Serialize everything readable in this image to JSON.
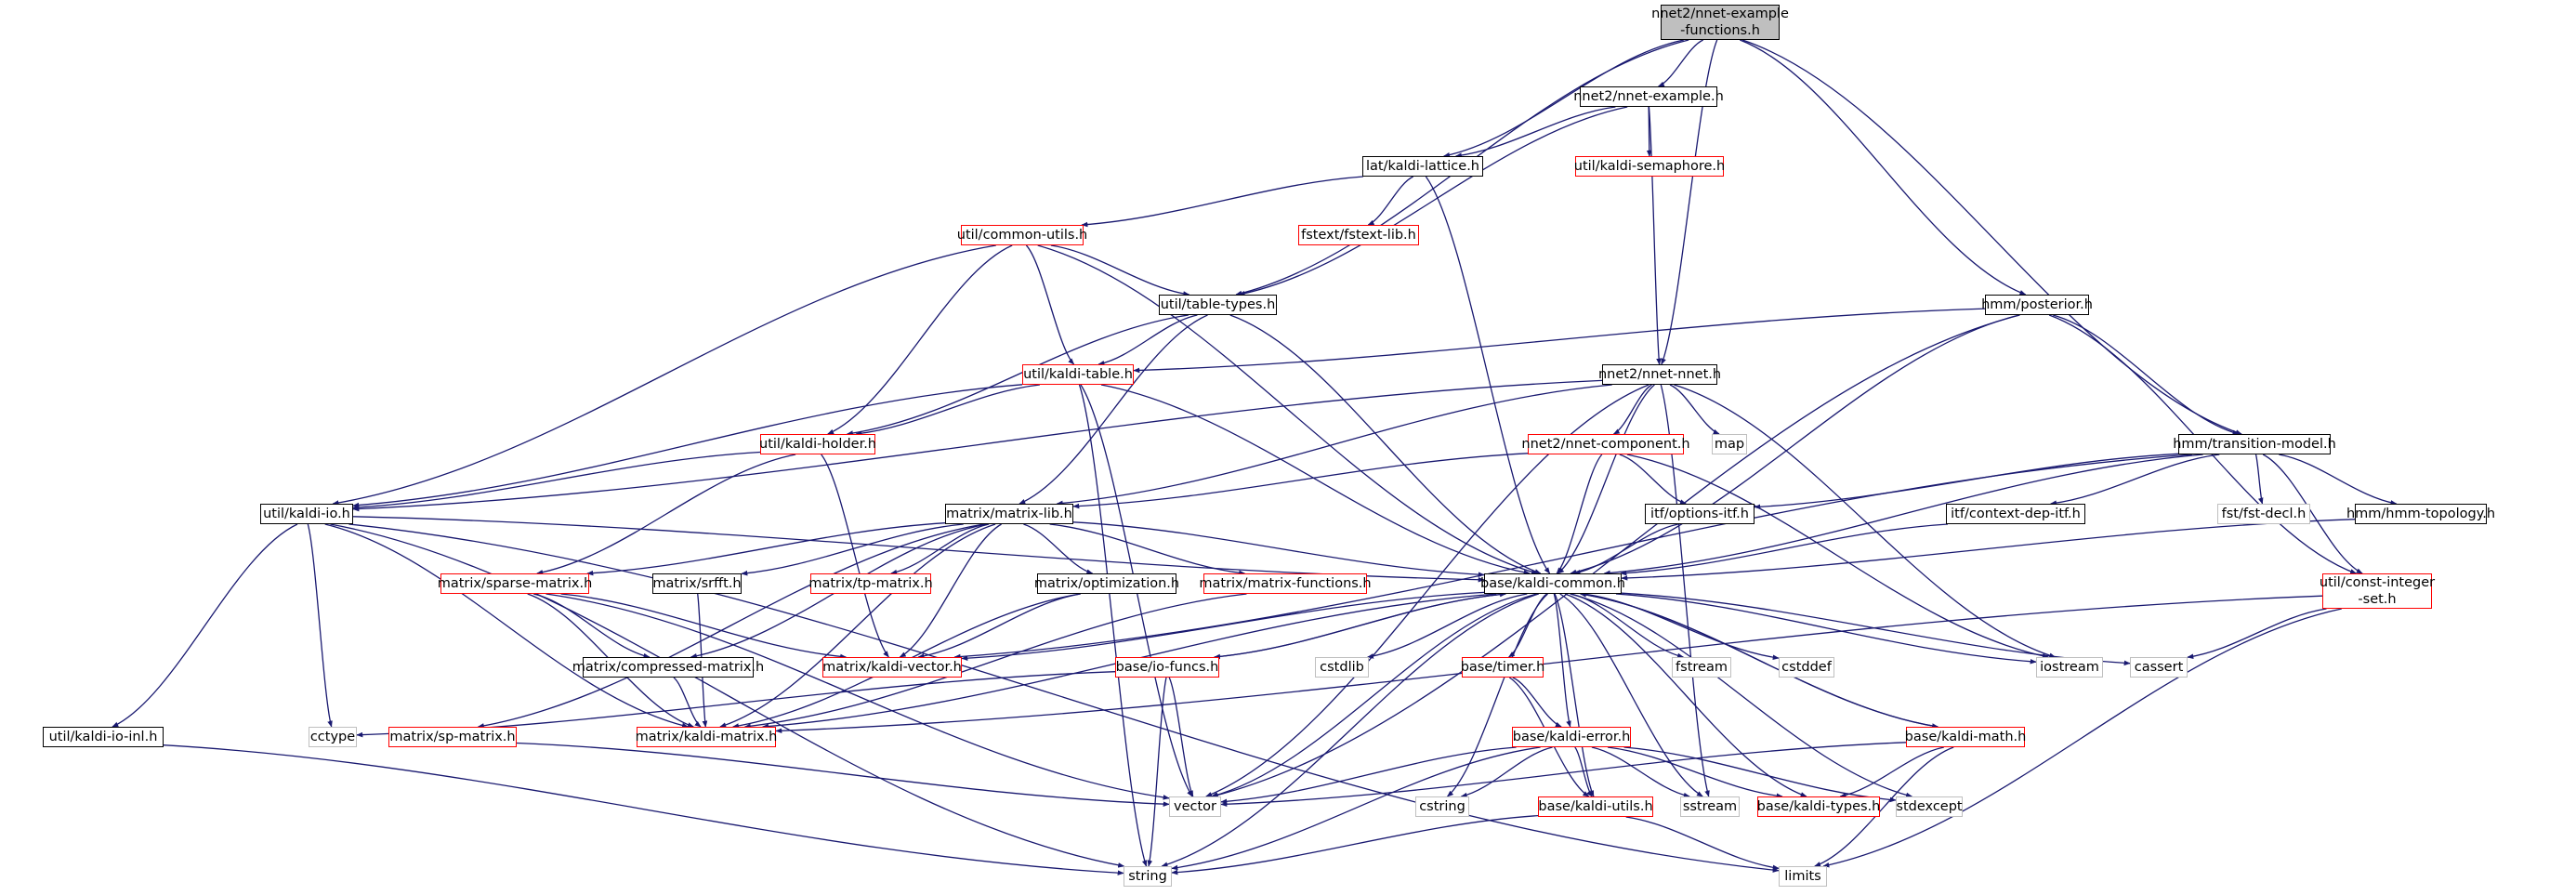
{
  "graph": {
    "edge_color": "#191970",
    "nodes": [
      {
        "id": "root",
        "label": "nnet2/nnet-example\n-functions.h",
        "style": "root"
      },
      {
        "id": "nnetex",
        "label": "nnet2/nnet-example.h",
        "style": "black"
      },
      {
        "id": "lattice",
        "label": "lat/kaldi-lattice.h",
        "style": "black"
      },
      {
        "id": "semaphore",
        "label": "util/kaldi-semaphore.h",
        "style": "red"
      },
      {
        "id": "commonutils",
        "label": "util/common-utils.h",
        "style": "red"
      },
      {
        "id": "fstextlib",
        "label": "fstext/fstext-lib.h",
        "style": "red"
      },
      {
        "id": "tabletypes",
        "label": "util/table-types.h",
        "style": "black"
      },
      {
        "id": "posterior",
        "label": "hmm/posterior.h",
        "style": "black"
      },
      {
        "id": "kalditable",
        "label": "util/kaldi-table.h",
        "style": "red"
      },
      {
        "id": "nnetnnet",
        "label": "nnet2/nnet-nnet.h",
        "style": "black"
      },
      {
        "id": "kaldiholder",
        "label": "util/kaldi-holder.h",
        "style": "red"
      },
      {
        "id": "nnetcomp",
        "label": "nnet2/nnet-component.h",
        "style": "red"
      },
      {
        "id": "map",
        "label": "map",
        "style": "gray"
      },
      {
        "id": "transmodel",
        "label": "hmm/transition-model.h",
        "style": "black"
      },
      {
        "id": "kaldiio",
        "label": "util/kaldi-io.h",
        "style": "black"
      },
      {
        "id": "matrixlib",
        "label": "matrix/matrix-lib.h",
        "style": "black"
      },
      {
        "id": "optionsitf",
        "label": "itf/options-itf.h",
        "style": "black"
      },
      {
        "id": "contextdep",
        "label": "itf/context-dep-itf.h",
        "style": "black"
      },
      {
        "id": "fstdecl",
        "label": "fst/fst-decl.h",
        "style": "gray"
      },
      {
        "id": "topology",
        "label": "hmm/hmm-topology.h",
        "style": "black"
      },
      {
        "id": "sparse",
        "label": "matrix/sparse-matrix.h",
        "style": "red"
      },
      {
        "id": "srfft",
        "label": "matrix/srfft.h",
        "style": "black"
      },
      {
        "id": "tpmatrix",
        "label": "matrix/tp-matrix.h",
        "style": "red"
      },
      {
        "id": "optimization",
        "label": "matrix/optimization.h",
        "style": "black"
      },
      {
        "id": "matfuncs",
        "label": "matrix/matrix-functions.h",
        "style": "red"
      },
      {
        "id": "kaldicommon",
        "label": "base/kaldi-common.h",
        "style": "black"
      },
      {
        "id": "constint",
        "label": "util/const-integer\n-set.h",
        "style": "red"
      },
      {
        "id": "compressed",
        "label": "matrix/compressed-matrix.h",
        "style": "black"
      },
      {
        "id": "kaldivector",
        "label": "matrix/kaldi-vector.h",
        "style": "red"
      },
      {
        "id": "iofuncs",
        "label": "base/io-funcs.h",
        "style": "red"
      },
      {
        "id": "cstdlib",
        "label": "cstdlib",
        "style": "gray"
      },
      {
        "id": "timer",
        "label": "base/timer.h",
        "style": "red"
      },
      {
        "id": "fstream",
        "label": "fstream",
        "style": "gray"
      },
      {
        "id": "cstddef",
        "label": "cstddef",
        "style": "gray"
      },
      {
        "id": "iostream",
        "label": "iostream",
        "style": "gray"
      },
      {
        "id": "cassert",
        "label": "cassert",
        "style": "gray"
      },
      {
        "id": "kaldiioinl",
        "label": "util/kaldi-io-inl.h",
        "style": "black"
      },
      {
        "id": "cctype",
        "label": "cctype",
        "style": "gray"
      },
      {
        "id": "spmatrix",
        "label": "matrix/sp-matrix.h",
        "style": "red"
      },
      {
        "id": "kaldimatrix",
        "label": "matrix/kaldi-matrix.h",
        "style": "red"
      },
      {
        "id": "kaldierror",
        "label": "base/kaldi-error.h",
        "style": "red"
      },
      {
        "id": "kaldimath",
        "label": "base/kaldi-math.h",
        "style": "red"
      },
      {
        "id": "vector",
        "label": "vector",
        "style": "gray"
      },
      {
        "id": "cstring",
        "label": "cstring",
        "style": "gray"
      },
      {
        "id": "kaldiutils",
        "label": "base/kaldi-utils.h",
        "style": "red"
      },
      {
        "id": "sstream",
        "label": "sstream",
        "style": "gray"
      },
      {
        "id": "kalditypes",
        "label": "base/kaldi-types.h",
        "style": "red"
      },
      {
        "id": "stdexcept",
        "label": "stdexcept",
        "style": "gray"
      },
      {
        "id": "string",
        "label": "string",
        "style": "gray"
      },
      {
        "id": "limits",
        "label": "limits",
        "style": "gray"
      }
    ],
    "edges": [
      [
        "root",
        "nnetex"
      ],
      [
        "root",
        "lattice"
      ],
      [
        "root",
        "tabletypes"
      ],
      [
        "root",
        "nnetnnet"
      ],
      [
        "root",
        "posterior"
      ],
      [
        "root",
        "transmodel"
      ],
      [
        "nnetex",
        "lattice"
      ],
      [
        "nnetex",
        "semaphore"
      ],
      [
        "nnetex",
        "tabletypes"
      ],
      [
        "nnetex",
        "nnetnnet"
      ],
      [
        "lattice",
        "commonutils"
      ],
      [
        "lattice",
        "fstextlib"
      ],
      [
        "lattice",
        "kaldicommon"
      ],
      [
        "commonutils",
        "tabletypes"
      ],
      [
        "commonutils",
        "kalditable"
      ],
      [
        "commonutils",
        "kaldiholder"
      ],
      [
        "commonutils",
        "kaldiio"
      ],
      [
        "commonutils",
        "kaldicommon"
      ],
      [
        "tabletypes",
        "kalditable"
      ],
      [
        "tabletypes",
        "kaldiholder"
      ],
      [
        "tabletypes",
        "matrixlib"
      ],
      [
        "tabletypes",
        "kaldicommon"
      ],
      [
        "posterior",
        "kalditable"
      ],
      [
        "posterior",
        "transmodel"
      ],
      [
        "posterior",
        "constint"
      ],
      [
        "posterior",
        "kaldicommon"
      ],
      [
        "posterior",
        "vector"
      ],
      [
        "kalditable",
        "kaldiholder"
      ],
      [
        "kalditable",
        "kaldiio"
      ],
      [
        "kalditable",
        "kaldicommon"
      ],
      [
        "kalditable",
        "vector"
      ],
      [
        "kalditable",
        "string"
      ],
      [
        "kaldiholder",
        "kaldiio"
      ],
      [
        "kaldiholder",
        "sparse"
      ],
      [
        "kaldiholder",
        "kaldivector"
      ],
      [
        "nnetnnet",
        "nnetcomp"
      ],
      [
        "nnetnnet",
        "map"
      ],
      [
        "nnetnnet",
        "matrixlib"
      ],
      [
        "nnetnnet",
        "kaldiio"
      ],
      [
        "nnetnnet",
        "kaldicommon"
      ],
      [
        "nnetnnet",
        "iostream"
      ],
      [
        "nnetnnet",
        "sstream"
      ],
      [
        "nnetnnet",
        "vector"
      ],
      [
        "nnetcomp",
        "matrixlib"
      ],
      [
        "nnetcomp",
        "optionsitf"
      ],
      [
        "nnetcomp",
        "kaldicommon"
      ],
      [
        "nnetcomp",
        "iostream"
      ],
      [
        "transmodel",
        "optionsitf"
      ],
      [
        "transmodel",
        "contextdep"
      ],
      [
        "transmodel",
        "fstdecl"
      ],
      [
        "transmodel",
        "topology"
      ],
      [
        "transmodel",
        "constint"
      ],
      [
        "transmodel",
        "kaldicommon"
      ],
      [
        "transmodel",
        "kaldivector"
      ],
      [
        "kaldiio",
        "kaldiioinl"
      ],
      [
        "kaldiio",
        "kaldicommon"
      ],
      [
        "kaldiio",
        "cctype"
      ],
      [
        "kaldiio",
        "kaldimatrix"
      ],
      [
        "kaldiio",
        "limits"
      ],
      [
        "kaldiio",
        "string"
      ],
      [
        "matrixlib",
        "sparse"
      ],
      [
        "matrixlib",
        "srfft"
      ],
      [
        "matrixlib",
        "tpmatrix"
      ],
      [
        "matrixlib",
        "optimization"
      ],
      [
        "matrixlib",
        "matfuncs"
      ],
      [
        "matrixlib",
        "compressed"
      ],
      [
        "matrixlib",
        "kaldivector"
      ],
      [
        "matrixlib",
        "kaldimatrix"
      ],
      [
        "matrixlib",
        "spmatrix"
      ],
      [
        "matrixlib",
        "kaldicommon"
      ],
      [
        "optionsitf",
        "kaldicommon"
      ],
      [
        "contextdep",
        "kaldicommon"
      ],
      [
        "topology",
        "kaldicommon"
      ],
      [
        "sparse",
        "compressed"
      ],
      [
        "sparse",
        "kaldimatrix"
      ],
      [
        "sparse",
        "kaldivector"
      ],
      [
        "sparse",
        "vector"
      ],
      [
        "srfft",
        "kaldimatrix"
      ],
      [
        "optimization",
        "kaldivector"
      ],
      [
        "optimization",
        "kaldimatrix"
      ],
      [
        "matfuncs",
        "kaldimatrix"
      ],
      [
        "compressed",
        "kaldimatrix"
      ],
      [
        "spmatrix",
        "vector"
      ],
      [
        "kaldiioinl",
        "string"
      ],
      [
        "kaldicommon",
        "kaldivector"
      ],
      [
        "kaldicommon",
        "iofuncs"
      ],
      [
        "kaldicommon",
        "cstdlib"
      ],
      [
        "kaldicommon",
        "timer"
      ],
      [
        "kaldicommon",
        "fstream"
      ],
      [
        "kaldicommon",
        "cstddef"
      ],
      [
        "kaldicommon",
        "iostream"
      ],
      [
        "kaldicommon",
        "cassert"
      ],
      [
        "kaldicommon",
        "kaldierror"
      ],
      [
        "kaldicommon",
        "kaldimath"
      ],
      [
        "kaldicommon",
        "kaldiutils"
      ],
      [
        "kaldicommon",
        "kalditypes"
      ],
      [
        "kaldicommon",
        "stdexcept"
      ],
      [
        "kaldicommon",
        "sstream"
      ],
      [
        "kaldicommon",
        "cstring"
      ],
      [
        "kaldicommon",
        "vector"
      ],
      [
        "kaldicommon",
        "string"
      ],
      [
        "kaldicommon",
        "kaldimatrix"
      ],
      [
        "constint",
        "kaldimatrix"
      ],
      [
        "constint",
        "cassert"
      ],
      [
        "constint",
        "limits"
      ],
      [
        "iofuncs",
        "kaldicommon"
      ],
      [
        "iofuncs",
        "cctype"
      ],
      [
        "iofuncs",
        "vector"
      ],
      [
        "iofuncs",
        "string"
      ],
      [
        "timer",
        "kaldierror"
      ],
      [
        "timer",
        "kaldiutils"
      ],
      [
        "kaldierror",
        "vector"
      ],
      [
        "kaldierror",
        "cstring"
      ],
      [
        "kaldierror",
        "kaldiutils"
      ],
      [
        "kaldierror",
        "sstream"
      ],
      [
        "kaldierror",
        "kalditypes"
      ],
      [
        "kaldierror",
        "stdexcept"
      ],
      [
        "kaldierror",
        "string"
      ],
      [
        "kaldimath",
        "kaldicommon"
      ],
      [
        "kaldimath",
        "vector"
      ],
      [
        "kaldimath",
        "kalditypes"
      ],
      [
        "kaldimath",
        "limits"
      ],
      [
        "kaldiutils",
        "string"
      ],
      [
        "kaldiutils",
        "limits"
      ]
    ]
  }
}
